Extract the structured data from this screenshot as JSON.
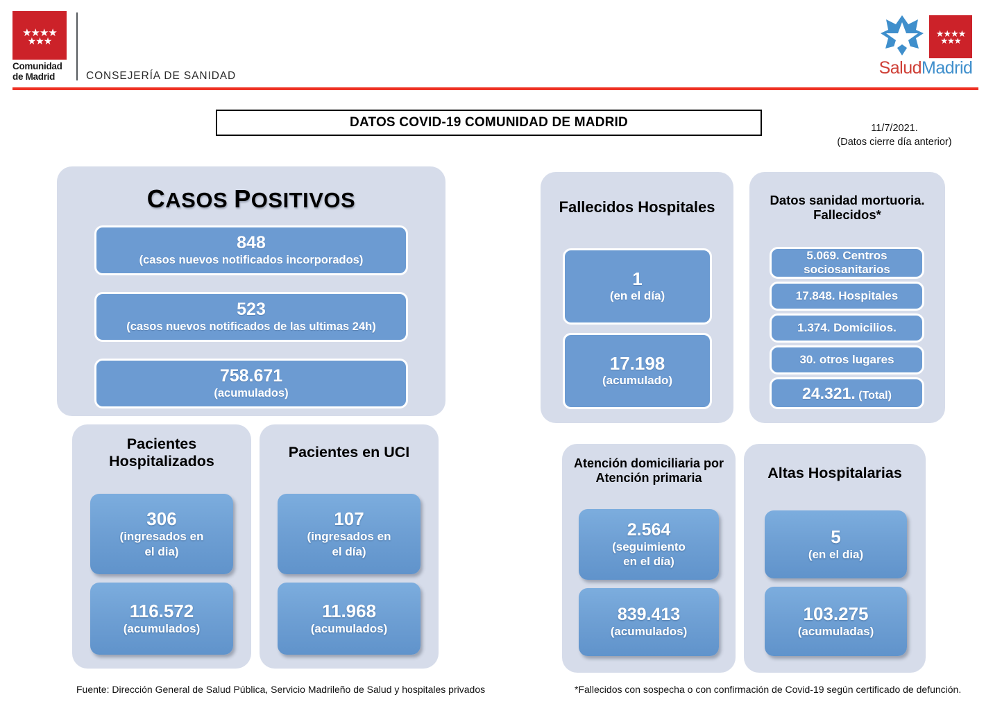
{
  "header": {
    "comunidad_line1": "Comunidad",
    "comunidad_line2": "de Madrid",
    "consejeria": "CONSEJERÍA DE SANIDAD",
    "stars_top": "★★★★",
    "stars_bottom": "★★★",
    "salud_word_1": "Salud",
    "salud_word_2": "Madrid",
    "colors": {
      "red": "#cc2229",
      "rule_red": "#ee3124",
      "salud_red": "#cf4037",
      "madrid_blue": "#3f8fcc"
    }
  },
  "title": {
    "banner": "DATOS COVID-19 COMUNIDAD DE MADRID",
    "date": "11/7/2021.",
    "date_note": "(Datos cierre día anterior)"
  },
  "casos_positivos": {
    "title_word1_cap": "C",
    "title_word1_rest": "ASOS ",
    "title_word2_cap": "P",
    "title_word2_rest": "OSITIVOS",
    "title_full": "Casos Positivos",
    "items": [
      {
        "value": "848",
        "label": "(casos nuevos notificados incorporados)"
      },
      {
        "value": "523",
        "label": "(casos nuevos notificados de las ultimas 24h)"
      },
      {
        "value": "758.671",
        "label": "(acumulados)"
      }
    ]
  },
  "pacientes_hospitalizados": {
    "title": "Pacientes\nHospitalizados",
    "title_line1": "Pacientes",
    "title_line2": "Hospitalizados",
    "items": [
      {
        "value": "306",
        "label_line1": "(ingresados en",
        "label_line2": "el dia)"
      },
      {
        "value": "116.572",
        "label_line1": "(acumulados)",
        "label_line2": ""
      }
    ]
  },
  "pacientes_uci": {
    "title": "Pacientes en UCI",
    "items": [
      {
        "value": "107",
        "label_line1": "(ingresados en",
        "label_line2": "el día)"
      },
      {
        "value": "11.968",
        "label_line1": "(acumulados)",
        "label_line2": ""
      }
    ]
  },
  "fallecidos_hospitales": {
    "title": "Fallecidos Hospitales",
    "items": [
      {
        "value": "1",
        "label": "(en el día)"
      },
      {
        "value": "17.198",
        "label": "(acumulado)"
      }
    ]
  },
  "sanidad_mortuoria": {
    "title_line1": "Datos sanidad mortuoria.",
    "title_line2": "Fallecidos*",
    "items": [
      {
        "line1": "5.069. Centros",
        "line2": "sociosanitarios"
      },
      {
        "line1": "17.848. Hospitales",
        "line2": ""
      },
      {
        "line1": "1.374. Domicilios.",
        "line2": ""
      },
      {
        "line1": "30. otros lugares",
        "line2": ""
      }
    ],
    "total_value": "24.321.",
    "total_label": "(Total)"
  },
  "atencion_domiciliaria": {
    "title_line1": "Atención domiciliaria por",
    "title_line2": "Atención primaria",
    "items": [
      {
        "value": "2.564",
        "label_line1": "(seguimiento",
        "label_line2": "en el día)"
      },
      {
        "value": "839.413",
        "label_line1": "(acumulados)",
        "label_line2": ""
      }
    ]
  },
  "altas_hospitalarias": {
    "title": "Altas Hospitalarias",
    "items": [
      {
        "value": "5",
        "label_line1": "(en el dia)",
        "label_line2": ""
      },
      {
        "value": "103.275",
        "label_line1": "(acumuladas)",
        "label_line2": ""
      }
    ]
  },
  "footnotes": {
    "left": "Fuente: Dirección General de Salud Pública, Servicio Madrileño de Salud y hospitales privados",
    "right": "*Fallecidos con sospecha o con confirmación de Covid-19 según certificado de defunción."
  },
  "theme": {
    "card_bg": "#d6dcea",
    "box_blue": "#6c9bd2",
    "box_blue_light": "#7cadde",
    "box_blue_dark": "#6093cb"
  }
}
